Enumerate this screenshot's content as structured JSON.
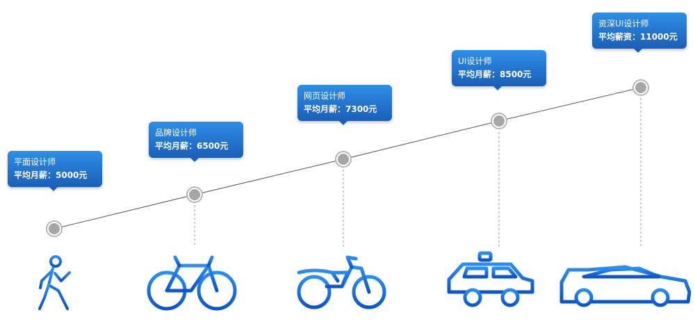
{
  "career_path": [
    {
      "title": "平面设计师",
      "salary": "平均月薪：5000元",
      "icon": "walking-person-icon"
    },
    {
      "title": "品牌设计师",
      "salary": "平均月薪：6500元",
      "icon": "bicycle-icon"
    },
    {
      "title": "网页设计师",
      "salary": "平均月薪：7300元",
      "icon": "motorcycle-icon"
    },
    {
      "title": "UI设计师",
      "salary": "平均月薪：8500元",
      "icon": "taxi-car-icon"
    },
    {
      "title": "资深UI设计师",
      "salary": "平均薪资：11000元",
      "icon": "sports-car-icon"
    }
  ],
  "colors": {
    "accent_blue": "#1e6fd0",
    "node_gray": "#a6a6a6",
    "line": "#555555"
  }
}
